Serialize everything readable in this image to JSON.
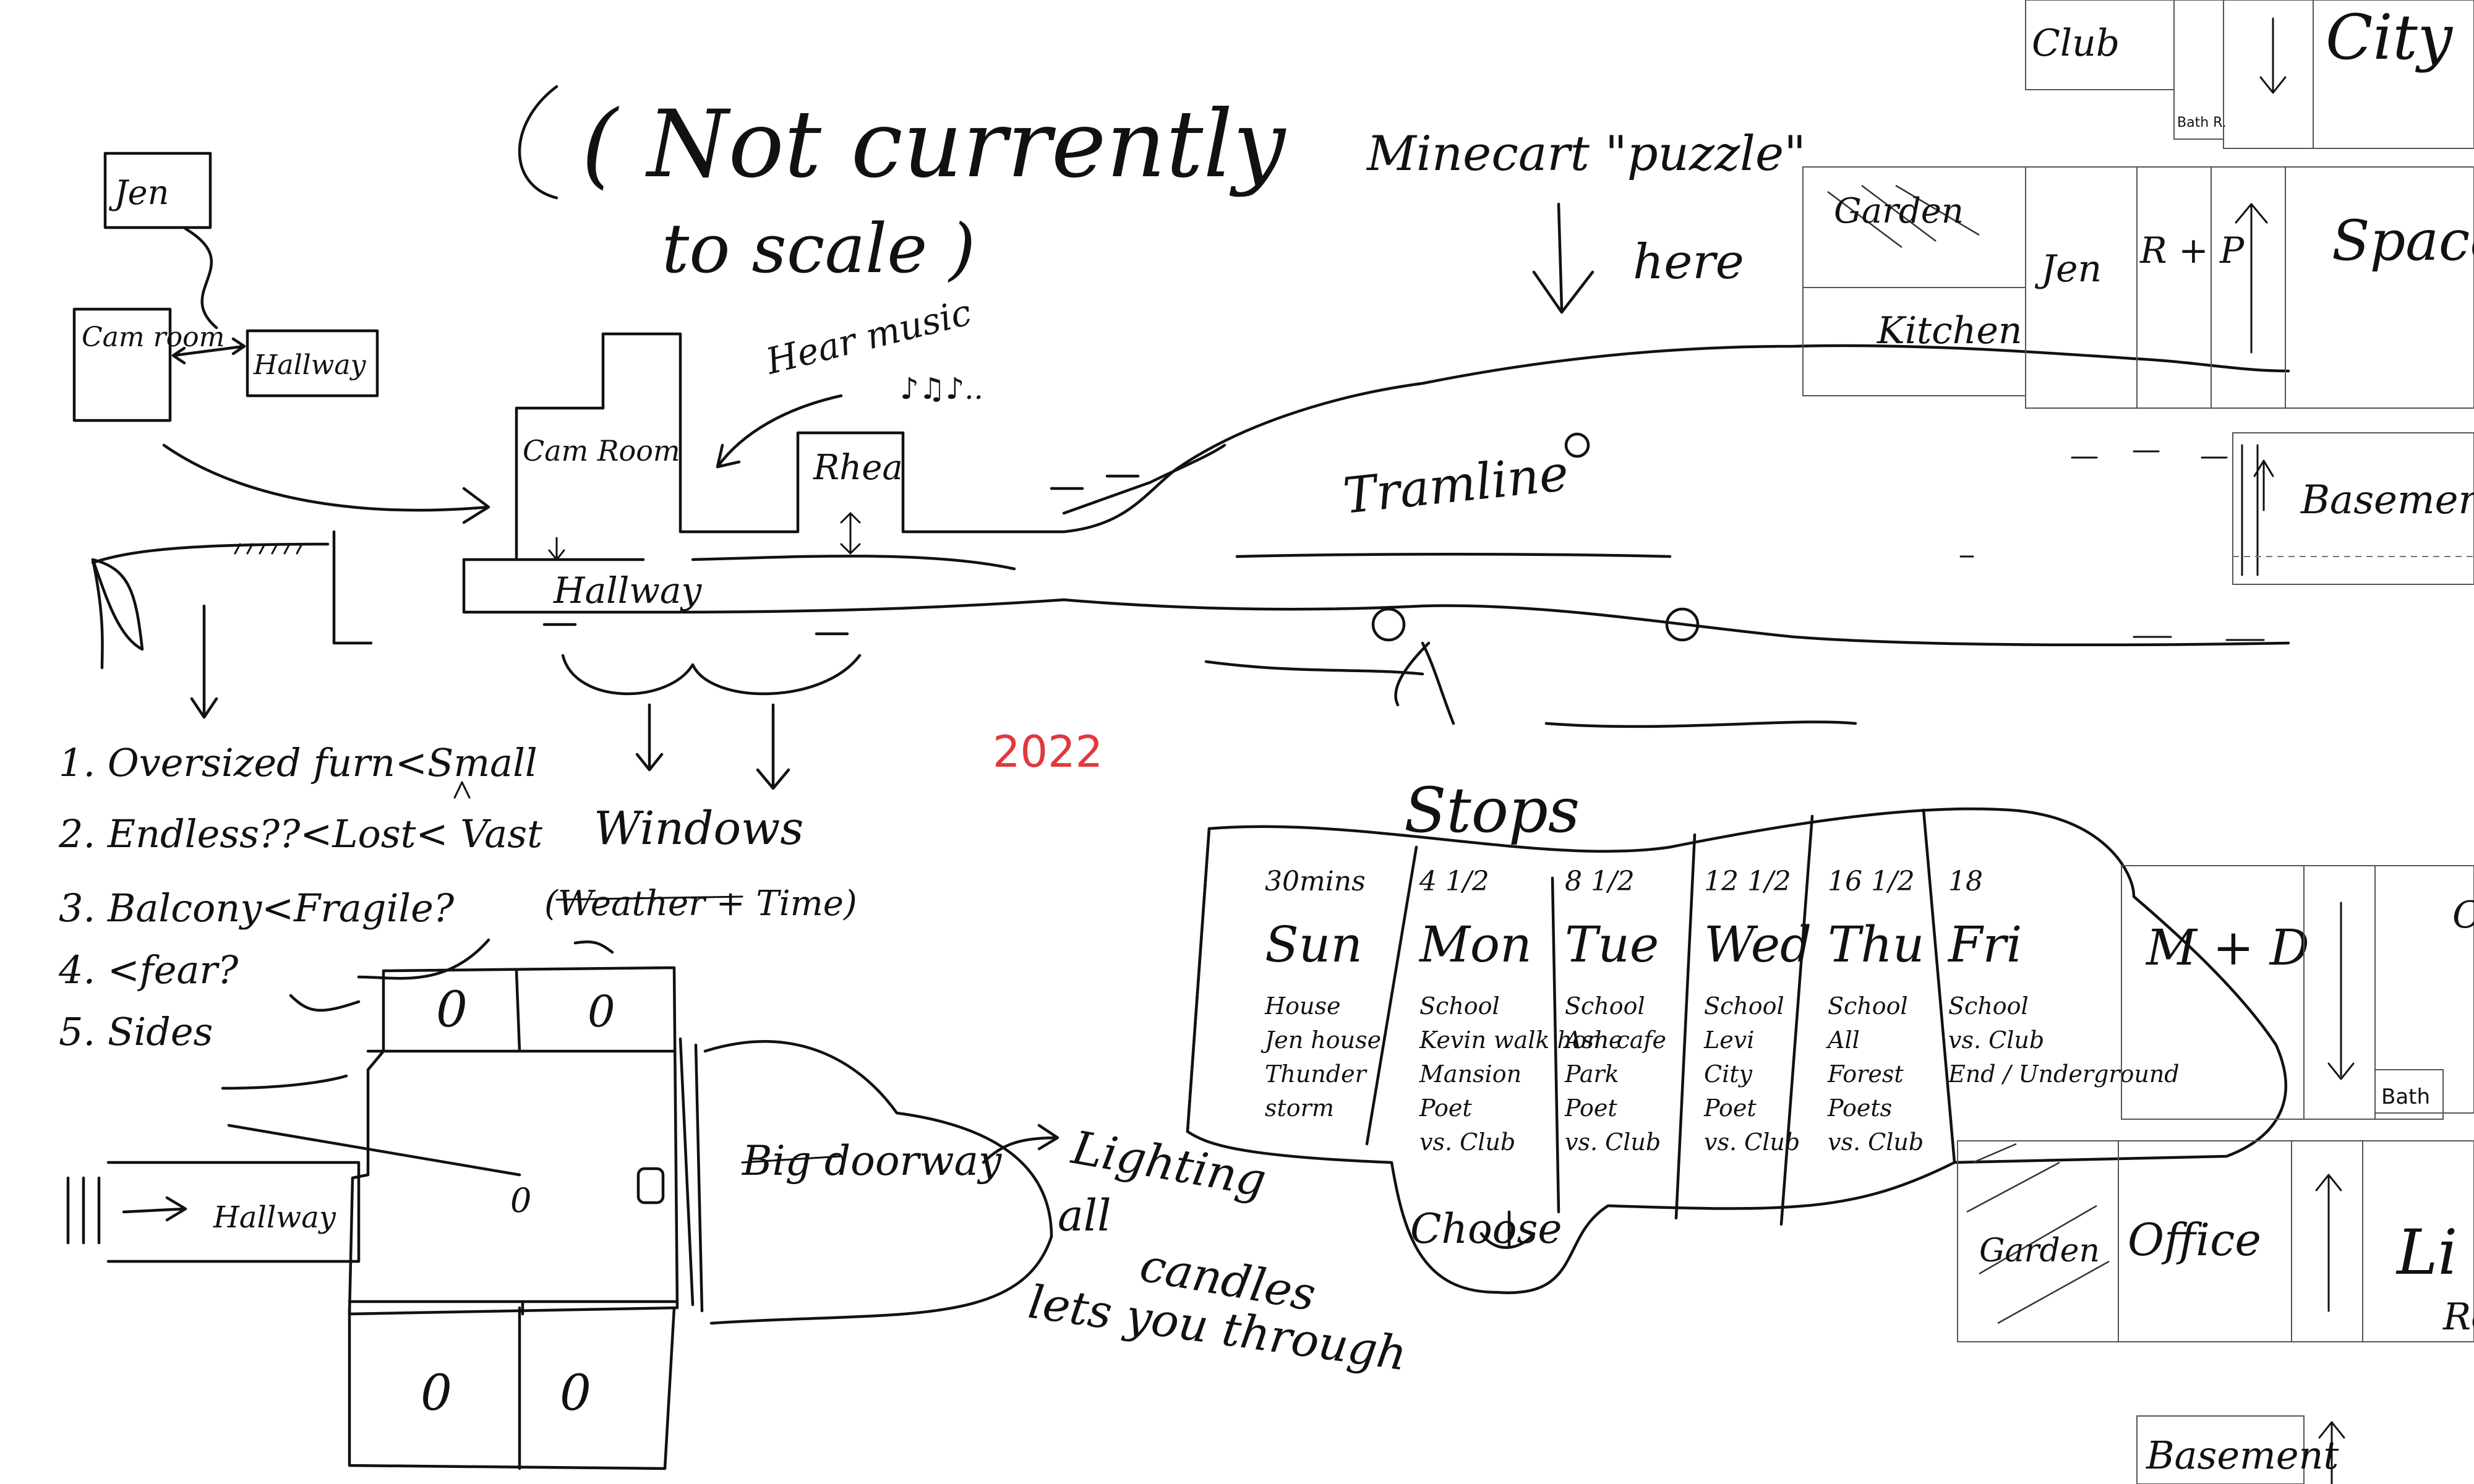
{
  "title": {
    "line1": "( Not currently",
    "line2": "to scale )"
  },
  "year": "2022",
  "top_left": {
    "jen": "Jen",
    "cam_room": "Cam room",
    "hallway": "Hallway"
  },
  "house": {
    "cam_room": "Cam Room",
    "hallway": "Hallway",
    "rhea": "Rhea",
    "hear_music": "Hear music",
    "music_notes": "♪♫♪.."
  },
  "windows": {
    "label": "Windows",
    "sub": "(Weather + Time)"
  },
  "list": {
    "items": [
      "1. Oversized furn<Small",
      "2. Endless??<Lost< Vast",
      "3. Balcony<Fragile?",
      "4.   <fear?",
      "5. Sides"
    ]
  },
  "room": {
    "hallway": "Hallway",
    "big_doorway": "Big doorway",
    "numbers": [
      "0",
      "0",
      "0",
      "0",
      "0"
    ]
  },
  "lighting": {
    "l1": "Lighting",
    "l2": "all",
    "l3": "candles",
    "l4": "lets you through"
  },
  "minecart": {
    "l1": "Minecart \"puzzle\"",
    "l2": "here"
  },
  "tram": {
    "label": "Tramline"
  },
  "stops": {
    "label": "Stops",
    "columns": [
      {
        "time": "30mins",
        "day": "Sun",
        "lines": [
          "House",
          "Jen house",
          "Thunder",
          "storm"
        ]
      },
      {
        "time": "4 1/2",
        "day": "Mon",
        "lines": [
          "School",
          "Kevin walk home",
          "Mansion",
          "Poet",
          "vs. Club"
        ]
      },
      {
        "time": "8 1/2",
        "day": "Tue",
        "lines": [
          "School",
          "Ash cafe",
          "Park",
          "Poet",
          "vs. Club"
        ]
      },
      {
        "time": "12 1/2",
        "day": "Wed",
        "lines": [
          "School",
          "Levi",
          "City",
          "Poet",
          "vs. Club"
        ]
      },
      {
        "time": "16 1/2",
        "day": "Thu",
        "lines": [
          "School",
          "All",
          "Forest",
          "Poets",
          "vs. Club"
        ]
      },
      {
        "time": "18",
        "day": "Fri",
        "lines": [
          "School",
          "vs. Club",
          "End / Underground"
        ]
      }
    ],
    "choose": "Choose"
  },
  "map_top": {
    "club": "Club",
    "bath": "Bath R.",
    "city": "City",
    "garden": "Garden",
    "kitchen": "Kitchen",
    "jen": "Jen",
    "rp": "R + P",
    "space": "Space",
    "basement": "Basement"
  },
  "map_bottom": {
    "md": "M + D",
    "bath": "Bath",
    "garden": "Garden",
    "office": "Office",
    "li": "Li",
    "ro": "Ro",
    "basement": "Basement",
    "c": "C"
  }
}
